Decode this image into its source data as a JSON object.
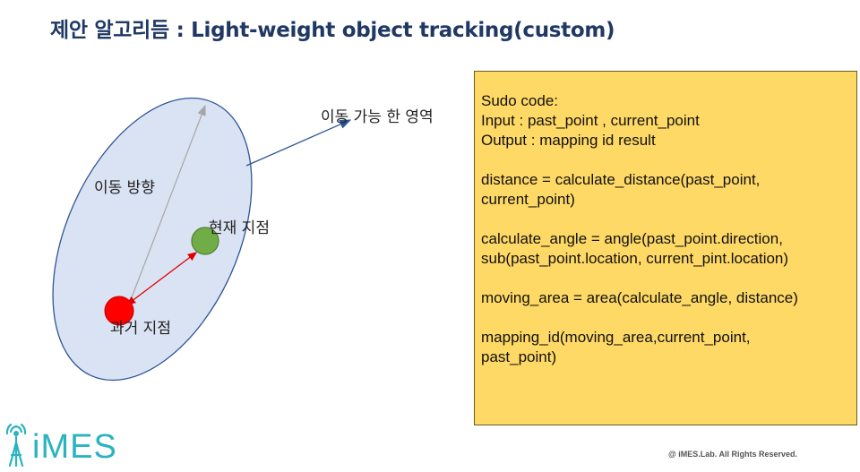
{
  "title": "제안 알고리듬 : Light-weight object tracking(custom)",
  "labels": {
    "movable_area": "이동 가능 한 영역",
    "direction": "이동 방향",
    "current_point": "현재 지점",
    "past_point": "과거 지점"
  },
  "code_box": {
    "lines": [
      "Sudo code:",
      "Input : past_point , current_point",
      "Output : mapping id result",
      "",
      "distance = calculate_distance(past_point,",
      "current_point)",
      "",
      "calculate_angle = angle(past_point.direction,",
      "sub(past_point.location, current_pint.location)",
      "",
      "moving_area = area(calculate_angle, distance)",
      "",
      "mapping_id(moving_area,current_point,",
      "past_point)"
    ]
  },
  "logo": {
    "text": "iMES"
  },
  "copyright": "@ iMES.Lab. All Rights Reserved.",
  "colors": {
    "title": "#1f3864",
    "ellipse_fill": "#dae3f3",
    "ellipse_stroke": "#2f5597",
    "past_point": "#ff0000",
    "current_point": "#70ad47",
    "code_box_fill": "#ffd966",
    "logo": "#2bb3c0"
  }
}
